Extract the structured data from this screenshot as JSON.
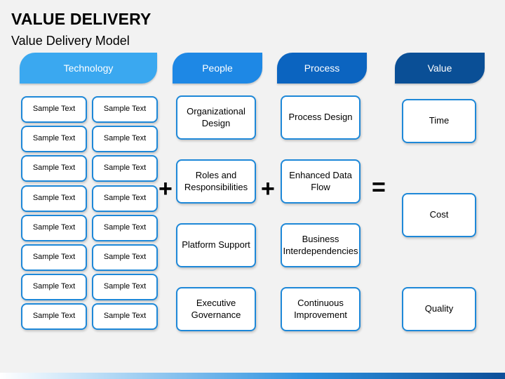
{
  "title": "VALUE DELIVERY",
  "subtitle": "Value Delivery Model",
  "columns": {
    "technology": {
      "header": "Technology",
      "color": "#3aa8f0",
      "items": [
        "Sample Text",
        "Sample Text",
        "Sample Text",
        "Sample Text",
        "Sample Text",
        "Sample Text",
        "Sample Text",
        "Sample Text",
        "Sample Text",
        "Sample Text",
        "Sample Text",
        "Sample Text",
        "Sample Text",
        "Sample Text",
        "Sample Text",
        "Sample Text"
      ]
    },
    "people": {
      "header": "People",
      "color": "#1e88e5",
      "items": [
        "Organizational Design",
        "Roles and Responsibilities",
        "Platform Support",
        "Executive Governance"
      ]
    },
    "process": {
      "header": "Process",
      "color": "#0b64c0",
      "items": [
        "Process Design",
        "Enhanced Data Flow",
        "Business Interdependencies",
        "Continuous Improvement"
      ]
    },
    "value": {
      "header": "Value",
      "color": "#0a4f96",
      "items": [
        "Time",
        "Cost",
        "Quality"
      ]
    }
  },
  "operators": [
    "+",
    "+",
    "="
  ],
  "box_border_color": "#1e88d8"
}
